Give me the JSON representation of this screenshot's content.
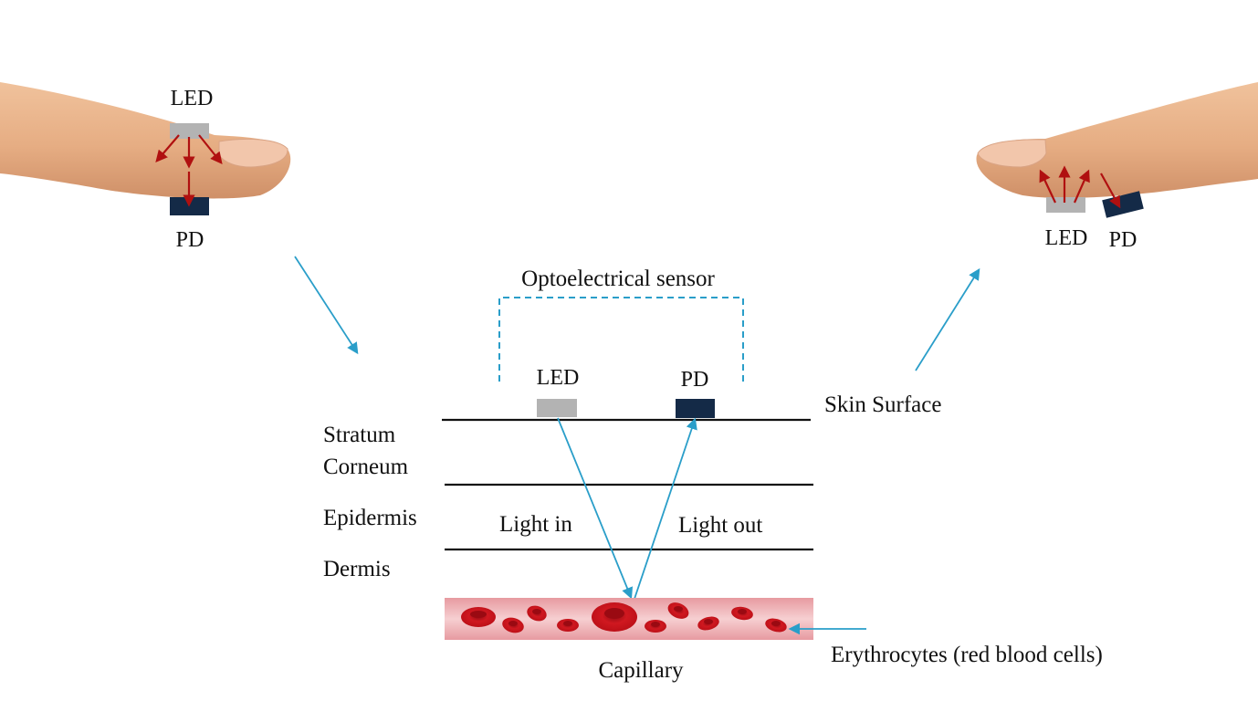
{
  "left_finger": {
    "led_label": "LED",
    "pd_label": "PD"
  },
  "right_finger": {
    "led_label": "LED",
    "pd_label": "PD"
  },
  "sensor": {
    "label": "Optoelectrical sensor",
    "led_label": "LED",
    "pd_label": "PD"
  },
  "layers": {
    "skin_surface": "Skin Surface",
    "stratum_line1": "Stratum",
    "stratum_line2": "Corneum",
    "epidermis": "Epidermis",
    "dermis": "Dermis"
  },
  "light": {
    "in_label": "Light in",
    "out_label": "Light out"
  },
  "vessel": {
    "capillary_label": "Capillary",
    "erythrocytes_label": "Erythrocytes (red blood cells)"
  },
  "colors": {
    "skin": "#e9b58c",
    "nail": "#f0c4a6",
    "led": "#b3b3b3",
    "pd": "#142a47",
    "light_path": "#2a9ec9",
    "emission_arrow": "#b01010",
    "blood_bg": "#f2b8bc",
    "cell": "#c8101a"
  }
}
